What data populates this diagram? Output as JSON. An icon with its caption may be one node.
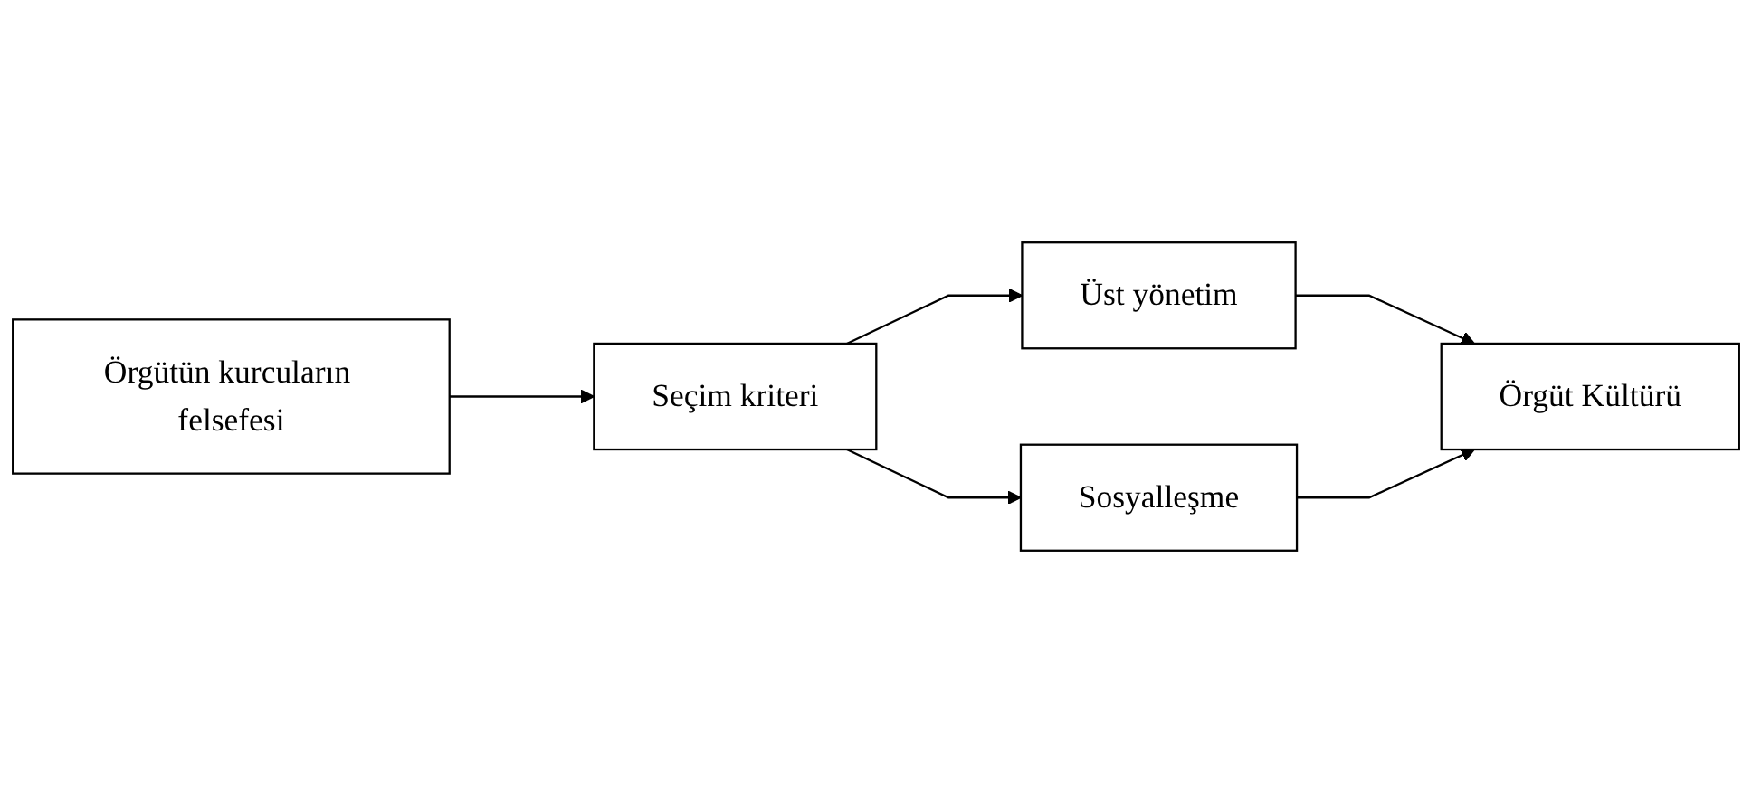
{
  "diagram": {
    "nodes": [
      {
        "text": [
          "Örgütün kurcuların felsefesi"
        ]
      },
      {
        "text": [
          "Seçim kriteri"
        ]
      },
      {
        "text": [
          "Üst yönetim"
        ]
      },
      {
        "text": [
          "Sosyalleşme"
        ]
      },
      {
        "text": [
          "Örgüt Kültürü"
        ]
      }
    ],
    "edges": [
      {
        "from": 0,
        "to": 1,
        "arrow": "to"
      },
      {
        "from": 1,
        "to": 2,
        "arrow": "to"
      },
      {
        "from": 1,
        "to": 3,
        "arrow": "to"
      },
      {
        "from": 2,
        "to": 4,
        "arrow": "to"
      },
      {
        "from": 3,
        "to": 4,
        "arrow": "to"
      }
    ]
  }
}
